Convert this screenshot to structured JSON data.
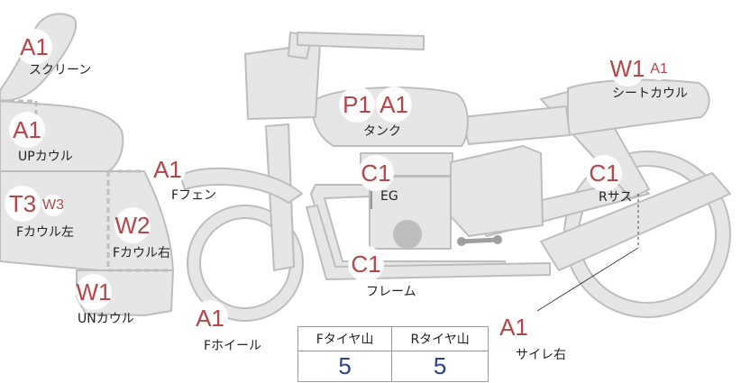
{
  "markers": [
    {
      "id": "screen",
      "codes": [
        "A1"
      ],
      "label": "スクリーン"
    },
    {
      "id": "upper-cowl",
      "codes": [
        "A1"
      ],
      "label": "UPカウル"
    },
    {
      "id": "front-cowl-left",
      "codes": [
        "T3",
        "W3"
      ],
      "label": "Fカウル左"
    },
    {
      "id": "front-cowl-right",
      "codes": [
        "W2"
      ],
      "label": "Fカウル右"
    },
    {
      "id": "under-cowl",
      "codes": [
        "W1"
      ],
      "label": "UNカウル"
    },
    {
      "id": "front-fender",
      "codes": [
        "A1"
      ],
      "label": "Fフェン"
    },
    {
      "id": "front-wheel",
      "codes": [
        "A1"
      ],
      "label": "Fホイール"
    },
    {
      "id": "tank",
      "codes": [
        "P1",
        "A1"
      ],
      "label": "タンク"
    },
    {
      "id": "engine",
      "codes": [
        "C1"
      ],
      "label": "EG"
    },
    {
      "id": "frame",
      "codes": [
        "C1"
      ],
      "label": "フレーム"
    },
    {
      "id": "seat-cowl",
      "codes": [
        "W1",
        "A1"
      ],
      "label": "シートカウル"
    },
    {
      "id": "rear-suspension",
      "codes": [
        "C1"
      ],
      "label": "Rサス"
    },
    {
      "id": "right-muffler",
      "codes": [
        "A1"
      ],
      "label": "サイレ右"
    }
  ],
  "tires": {
    "front_header": "Fタイヤ山",
    "rear_header": "Rタイヤ山",
    "front_value": "5",
    "rear_value": "5"
  },
  "colors": {
    "part_fill": "#e6e6e6",
    "part_stroke": "#bdbdbd",
    "code_text": "#b5454a",
    "value_text": "#2b3f8f"
  }
}
